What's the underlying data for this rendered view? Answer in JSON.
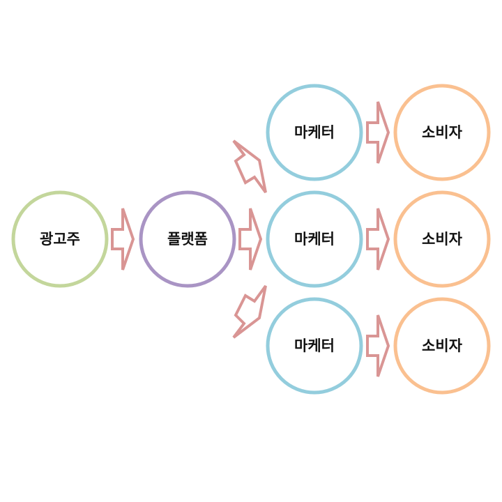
{
  "colors": {
    "advertiser": "#c3d69b",
    "platform": "#a994c4",
    "marketer": "#93cddd",
    "consumer": "#fac090",
    "arrow": "#d99594",
    "label": "#111111"
  },
  "nodes": {
    "advertiser": {
      "label": "광고주"
    },
    "platform": {
      "label": "플랫폼"
    },
    "marketers": [
      {
        "label": "마케터"
      },
      {
        "label": "마케터"
      },
      {
        "label": "마케터"
      }
    ],
    "consumers": [
      {
        "label": "소비자"
      },
      {
        "label": "소비자"
      },
      {
        "label": "소비자"
      }
    ]
  },
  "flow": [
    {
      "from": "advertiser",
      "to": "platform"
    },
    {
      "from": "platform",
      "to": "marketer-1"
    },
    {
      "from": "platform",
      "to": "marketer-2"
    },
    {
      "from": "platform",
      "to": "marketer-3"
    },
    {
      "from": "marketer-1",
      "to": "consumer-1"
    },
    {
      "from": "marketer-2",
      "to": "consumer-2"
    },
    {
      "from": "marketer-3",
      "to": "consumer-3"
    }
  ]
}
